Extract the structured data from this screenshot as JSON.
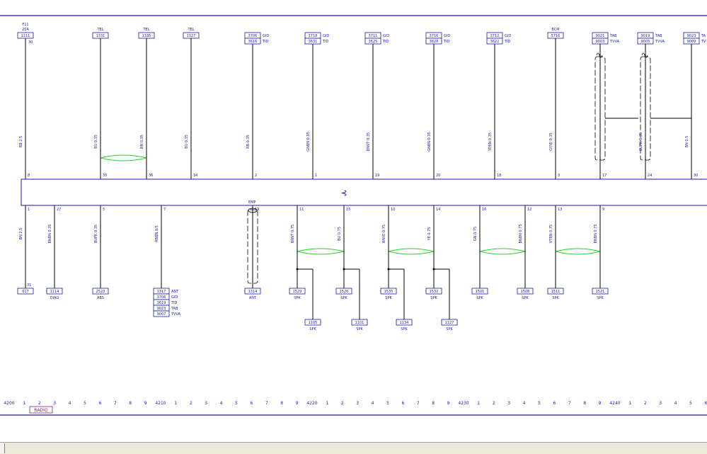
{
  "colors": {
    "line": "#000000",
    "text": "#1a1aa6",
    "border": "#1a1aa6",
    "twist": "#33cc33",
    "radio": "#8b1a6a",
    "connector": "#1a1aa6"
  },
  "top_connectors": [
    {
      "top_label": "F11",
      "top_label2": "20A",
      "boxes": [
        "1111"
      ],
      "pin_above": "30",
      "wire": "RB 2.5",
      "pin": "8"
    },
    {
      "top_label": "TEL",
      "boxes": [
        "1331"
      ],
      "wire": "BU 0.35",
      "pin": "35"
    },
    {
      "top_label": "TEL",
      "boxes": [
        "1335"
      ],
      "wire": "BN 0.35",
      "pin": "36"
    },
    {
      "top_label": "TEL",
      "boxes": [
        "1327"
      ],
      "wire": "BU 0.35",
      "pin": "34"
    },
    {
      "boxes": [
        "3706",
        "3616"
      ],
      "side": [
        "GID",
        "TID"
      ],
      "wire": "RB 0.35",
      "pin": "2"
    },
    {
      "boxes": [
        "3718",
        "3631"
      ],
      "side": [
        "GID",
        "TID"
      ],
      "wire": "GNBN 0.35",
      "pin": "1"
    },
    {
      "boxes": [
        "3711",
        "3625"
      ],
      "side": [
        "GID",
        "TID"
      ],
      "wire": "BNVT 0.35",
      "pin": "19"
    },
    {
      "boxes": [
        "3716",
        "3628"
      ],
      "side": [
        "GID",
        "TID"
      ],
      "wire": "GNBN 0.35",
      "pin": "20"
    },
    {
      "boxes": [
        "3712",
        "3622"
      ],
      "side": [
        "GID",
        "TID"
      ],
      "wire": "YEBN 0.35",
      "pin": "18"
    },
    {
      "top_label": "BCM",
      "boxes": [
        "5716"
      ],
      "wire": "GYYE 0.35",
      "pin": "3"
    },
    {
      "boxes": [
        "9021",
        "9003"
      ],
      "side": [
        "TAB",
        "TVVA"
      ],
      "pin": "17"
    },
    {
      "boxes": [
        "9019",
        "9005"
      ],
      "side": [
        "TAB",
        "TVVA"
      ],
      "wire": "BUPK 0.35",
      "pin": "24"
    },
    {
      "boxes": [
        "9023",
        "9009"
      ],
      "side": [
        "TA",
        "TV"
      ],
      "wire": "BN 0.5",
      "pin": "30"
    }
  ],
  "bottom_connectors": [
    {
      "pin": "1",
      "wire": "BN 2.5",
      "pin_below": "31",
      "box": "617"
    },
    {
      "pin": "27",
      "wire": "BNBN 0.35",
      "box": "1114",
      "caption": "DIAG"
    },
    {
      "pin": "5",
      "wire": "BUPK 0.35",
      "box": "2523",
      "caption": "ABS"
    },
    {
      "pin": "7",
      "wire": "RBBN 0.5",
      "boxes": [
        "1317",
        "3706",
        "3619",
        "9023",
        "9007"
      ],
      "side": [
        "ANT",
        "GID",
        "TID",
        "TAB",
        "TVVA"
      ]
    },
    {
      "top_label": "EMP",
      "pin": "19",
      "box": "1314",
      "caption": "ANT"
    },
    {
      "pin": "11",
      "wire": "BNVT 0.75",
      "box": "1529",
      "caption": "SPK",
      "branch_box": "1105",
      "branch_caption": "SPK"
    },
    {
      "pin": "15",
      "wire": "BU 0.75",
      "box": "1526",
      "caption": "SPK",
      "branch_box": "1101",
      "branch_caption": "SPK"
    },
    {
      "pin": "10",
      "wire": "BNYE 0.75",
      "box": "1535",
      "caption": "SPK",
      "branch_box": "1134",
      "branch_caption": "SPK"
    },
    {
      "pin": "14",
      "wire": "YE 0.75",
      "box": "1532",
      "caption": "SPK",
      "branch_box": "1127",
      "branch_caption": "SPK"
    },
    {
      "pin": "16",
      "wire": "GN 0.75",
      "box": "1501",
      "caption": "SPK"
    },
    {
      "pin": "12",
      "wire": "BNBN 0.75",
      "box": "1508",
      "caption": "SPK"
    },
    {
      "pin": "13",
      "wire": "VTBN 0.75",
      "box": "1511",
      "caption": "SPK"
    },
    {
      "pin": "9",
      "wire": "BNBN 0.75",
      "box": "1521",
      "caption": "SPK"
    }
  ],
  "module_symbol": "⊰",
  "ruler": {
    "labels": [
      "4200",
      "1",
      "2",
      "3",
      "4",
      "5",
      "6",
      "7",
      "8",
      "9",
      "4210",
      "1",
      "2",
      "3",
      "4",
      "5",
      "6",
      "7",
      "8",
      "9",
      "4220",
      "1",
      "2",
      "3",
      "4",
      "5",
      "6",
      "7",
      "8",
      "9",
      "4230",
      "1",
      "2",
      "3",
      "4",
      "5",
      "6",
      "7",
      "8",
      "9",
      "4240",
      "1",
      "2",
      "3",
      "4",
      "5",
      "6"
    ]
  },
  "radio_label": "RADIO"
}
